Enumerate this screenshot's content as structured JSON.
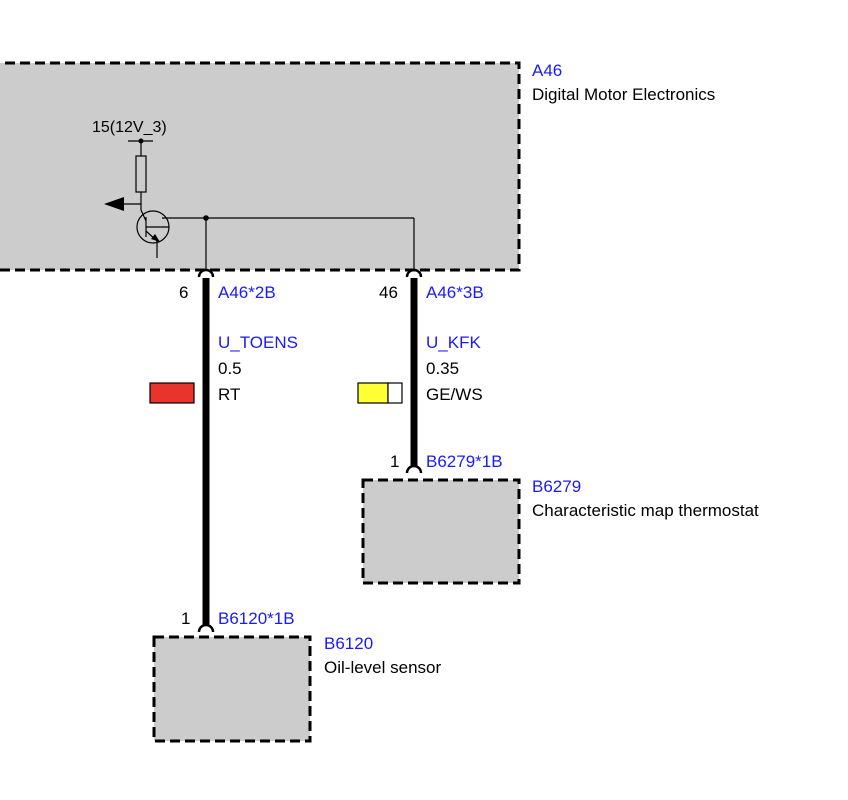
{
  "components": {
    "ecu": {
      "id": "A46",
      "name": "Digital Motor Electronics",
      "supply": "15(12V_3)"
    },
    "thermostat": {
      "id": "B6279",
      "name": "Characteristic map thermostat"
    },
    "sensor": {
      "id": "B6120",
      "name": "Oil-level sensor"
    }
  },
  "wires": [
    {
      "pin_top": "6",
      "connector_top": "A46*2B",
      "signal": "U_TOENS",
      "cross_section": "0.5",
      "color_code": "RT",
      "pin_bottom": "1",
      "connector_bottom": "B6120*1B",
      "colors": [
        "#e8342c"
      ]
    },
    {
      "pin_top": "46",
      "connector_top": "A46*3B",
      "signal": "U_KFK",
      "cross_section": "0.35",
      "color_code": "GE/WS",
      "pin_bottom": "1",
      "connector_bottom": "B6279*1B",
      "colors": [
        "#ffff33",
        "#ffffff"
      ]
    }
  ]
}
